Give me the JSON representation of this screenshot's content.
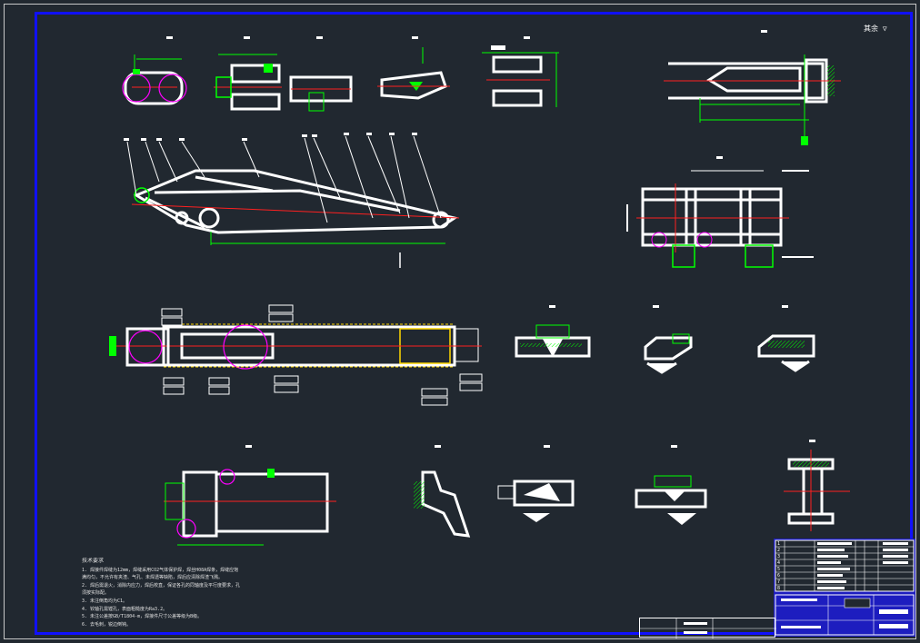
{
  "drawing": {
    "roughness_note": "其余",
    "colors": {
      "background": "#212830",
      "frame": "#1010ff",
      "part": "#ffffff",
      "dimension": "#00ff00",
      "centerline": "#ff2020",
      "circle": "#ff00ff",
      "section_hatch": "#ffd700",
      "title_block": "#1d1dbf"
    }
  },
  "notes": {
    "title": "技术要求",
    "lines": [
      "1. 焊接件焊缝为12mm，焊缝采用CO2气体保护焊，焊丝H08A焊条，焊缝应饱",
      "   满均匀，不允许有夹渣、气孔、未焊透等缺陷，焊后应清除焊渣飞溅。",
      "2. 焊后需退火，消除内应力，焊后校直，保证各孔的同轴度及平行度要求，孔",
      "   须按实际配。",
      "3. 未注倒角均为C1。",
      "4. 铰轴孔需镗孔，表面粗糙度为Ra3.2。",
      "5. 未注公差按GB/T1804-m，焊接件尺寸公差等级为B级。",
      "6. 去毛刺，锐边倒钝。"
    ]
  },
  "title_block": {
    "rows": [
      "1",
      "2",
      "3",
      "4",
      "5",
      "6",
      "7",
      "8"
    ]
  }
}
